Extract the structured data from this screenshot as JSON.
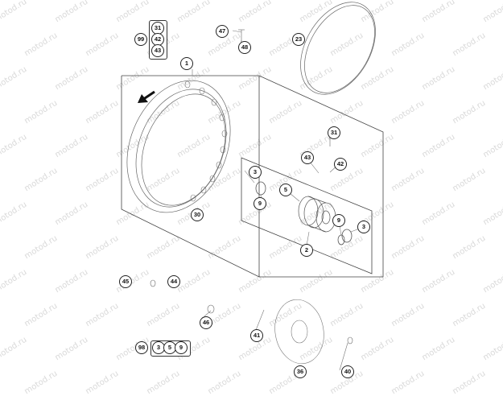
{
  "watermark": {
    "text": "motod.ru",
    "color": "#d9d9d9"
  },
  "callouts": {
    "c1": "1",
    "c2": "2",
    "c3a": "3",
    "c3b": "3",
    "c5": "5",
    "c9a": "9",
    "c9b": "9",
    "c23": "23",
    "c30": "30",
    "c31": "31",
    "c36": "36",
    "c40": "40",
    "c41": "41",
    "c42": "42",
    "c43": "43",
    "c44": "44",
    "c45": "45",
    "c46": "46",
    "c47": "47",
    "c48": "48"
  },
  "kit_top": {
    "label": "99",
    "items": [
      "31",
      "42",
      "43"
    ]
  },
  "kit_bottom": {
    "label": "98",
    "items": [
      "3",
      "5",
      "9"
    ]
  },
  "icons": {
    "rotation_arrow": "direction-arrow-icon"
  }
}
